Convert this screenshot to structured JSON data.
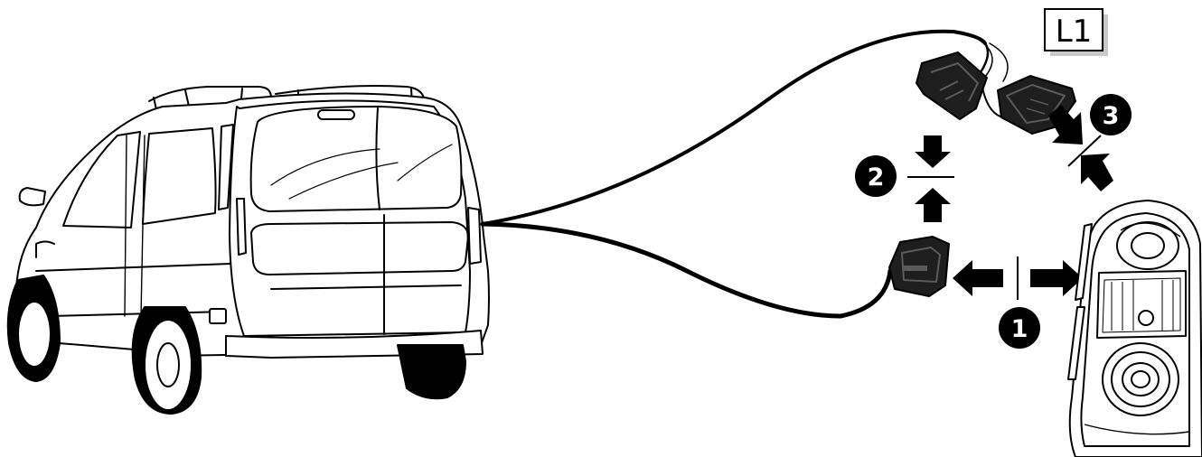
{
  "label_box": {
    "text": "L1"
  },
  "steps": [
    {
      "number": "1"
    },
    {
      "number": "2"
    },
    {
      "number": "3"
    }
  ],
  "colors": {
    "line": "#000000",
    "connector_fill": "#1e1e1e",
    "connector_detail": "#5a5a5a",
    "vehicle_fill": "#ffffff",
    "label_shadow": "#c9c9c9",
    "step_badge": "#000000"
  }
}
